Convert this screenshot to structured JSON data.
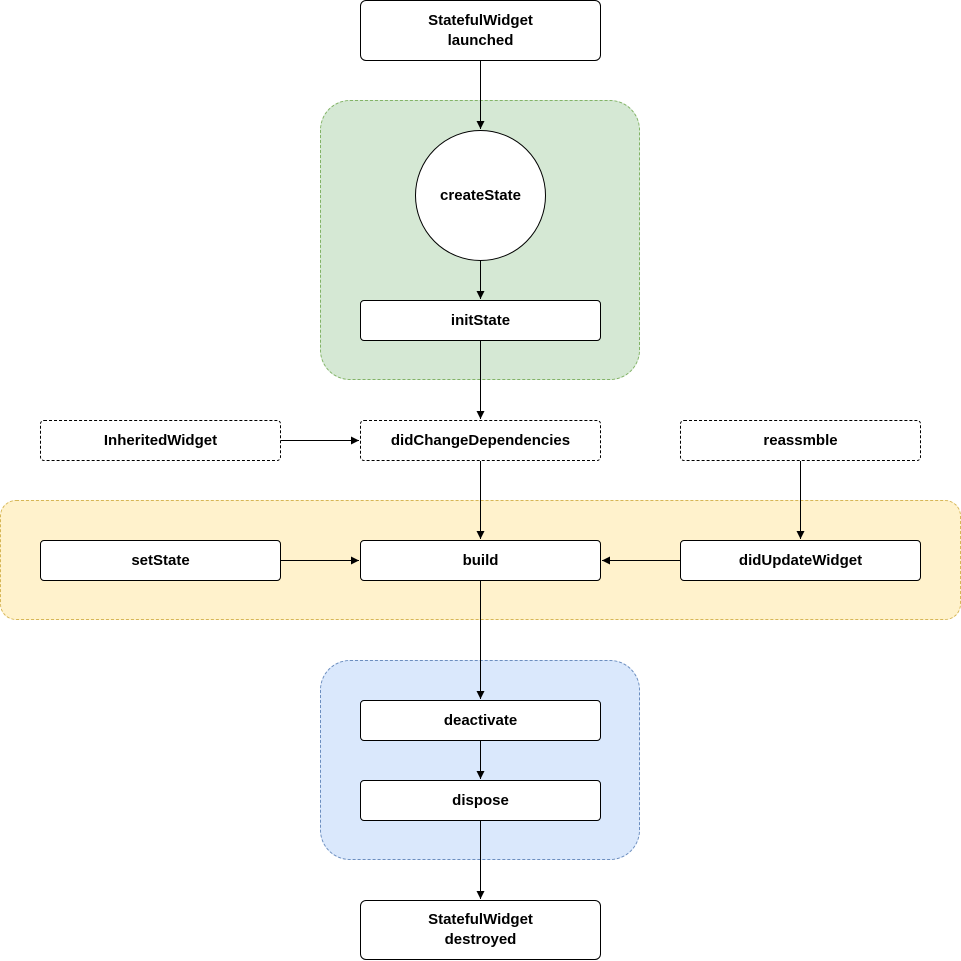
{
  "colors": {
    "green_fill": "#d5e8d4",
    "green_border": "#82b366",
    "yellow_fill": "#fff2cc",
    "yellow_border": "#d6b656",
    "blue_fill": "#dae8fc",
    "blue_border": "#6c8ebf",
    "stroke": "#000000"
  },
  "nodes": {
    "launched": "StatefulWidget\nlaunched",
    "create_state": "createState",
    "init_state": "initState",
    "inherited_widget": "InheritedWidget",
    "did_change_dependencies": "didChangeDependencies",
    "reassemble": "reassmble",
    "set_state": "setState",
    "build": "build",
    "did_update_widget": "didUpdateWidget",
    "deactivate": "deactivate",
    "dispose": "dispose",
    "destroyed": "StatefulWidget\ndestroyed"
  }
}
